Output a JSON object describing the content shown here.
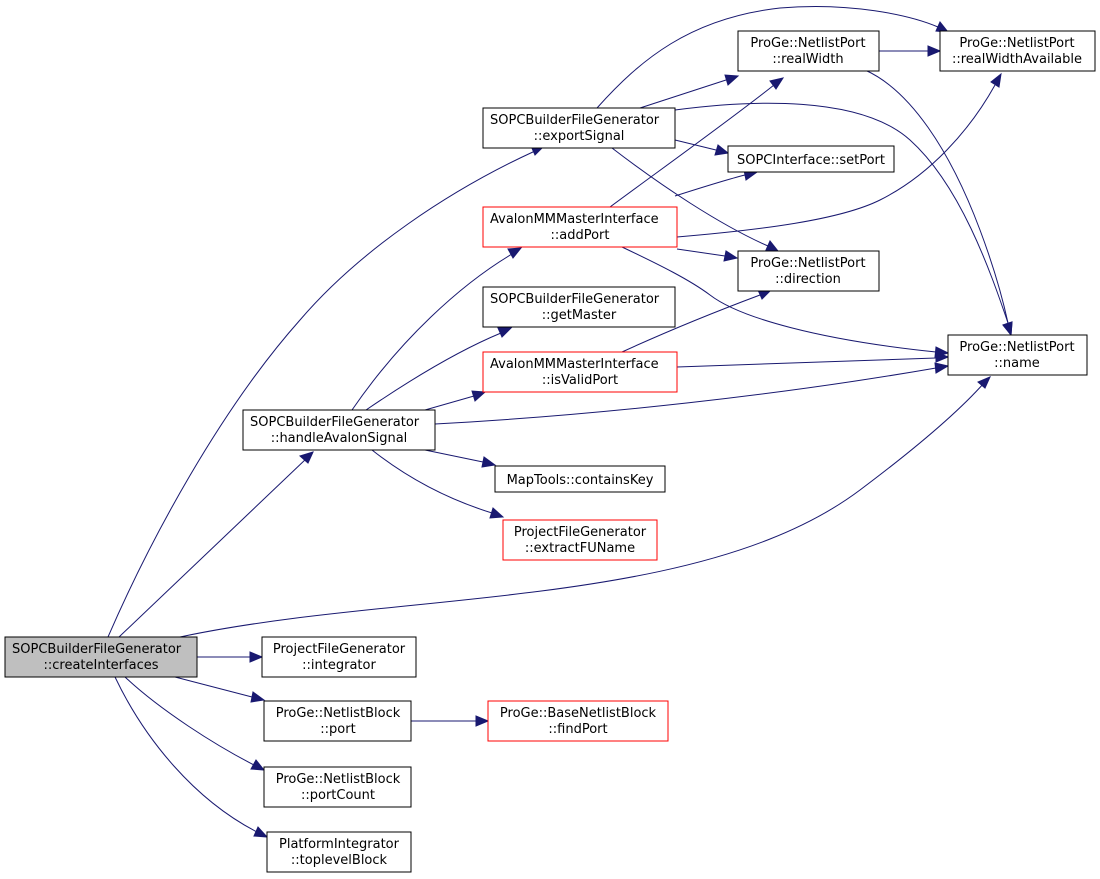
{
  "colors": {
    "edge": "#191970",
    "node_border": "#000000",
    "node_border_incomplete": "#ff0000",
    "root_fill": "#bfbfbf",
    "node_fill": "#ffffff"
  },
  "nodes": {
    "createInterfaces": {
      "line1": "SOPCBuilderFileGenerator",
      "line2": "::createInterfaces"
    },
    "handleAvalonSignal": {
      "line1": "SOPCBuilderFileGenerator",
      "line2": "::handleAvalonSignal"
    },
    "exportSignal": {
      "line1": "SOPCBuilderFileGenerator",
      "line2": "::exportSignal"
    },
    "addPort": {
      "line1": "AvalonMMMasterInterface",
      "line2": "::addPort"
    },
    "getMaster": {
      "line1": "SOPCBuilderFileGenerator",
      "line2": "::getMaster"
    },
    "isValidPort": {
      "line1": "AvalonMMMasterInterface",
      "line2": "::isValidPort"
    },
    "containsKey": {
      "line1": "MapTools::containsKey"
    },
    "extractFUName": {
      "line1": "ProjectFileGenerator",
      "line2": "::extractFUName"
    },
    "realWidth": {
      "line1": "ProGe::NetlistPort",
      "line2": "::realWidth"
    },
    "setPort": {
      "line1": "SOPCInterface::setPort"
    },
    "direction": {
      "line1": "ProGe::NetlistPort",
      "line2": "::direction"
    },
    "realWidthAvailable": {
      "line1": "ProGe::NetlistPort",
      "line2": "::realWidthAvailable"
    },
    "name": {
      "line1": "ProGe::NetlistPort",
      "line2": "::name"
    },
    "integrator": {
      "line1": "ProjectFileGenerator",
      "line2": "::integrator"
    },
    "port": {
      "line1": "ProGe::NetlistBlock",
      "line2": "::port"
    },
    "findPort": {
      "line1": "ProGe::BaseNetlistBlock",
      "line2": "::findPort"
    },
    "portCount": {
      "line1": "ProGe::NetlistBlock",
      "line2": "::portCount"
    },
    "toplevelBlock": {
      "line1": "PlatformIntegrator",
      "line2": "::toplevelBlock"
    }
  }
}
